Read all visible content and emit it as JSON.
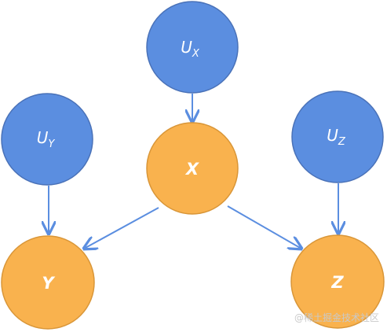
{
  "diagram": {
    "colors": {
      "exogenous_fill": "#5b8ee0",
      "exogenous_stroke": "#4a72b8",
      "endogenous_fill": "#f9b24e",
      "endogenous_stroke": "#d99638",
      "edge": "#5b8ee0"
    },
    "nodes": {
      "u_x": {
        "base": "U",
        "sub": "X"
      },
      "u_y": {
        "base": "U",
        "sub": "Y"
      },
      "u_z": {
        "base": "U",
        "sub": "Z"
      },
      "x": {
        "label": "X"
      },
      "y": {
        "label": "Y"
      },
      "z": {
        "label": "Z"
      }
    },
    "edges": [
      {
        "from": "u_x",
        "to": "x"
      },
      {
        "from": "u_y",
        "to": "y"
      },
      {
        "from": "u_z",
        "to": "z"
      },
      {
        "from": "x",
        "to": "y"
      },
      {
        "from": "x",
        "to": "z"
      }
    ]
  },
  "watermark": "@稀土掘金技术社区"
}
